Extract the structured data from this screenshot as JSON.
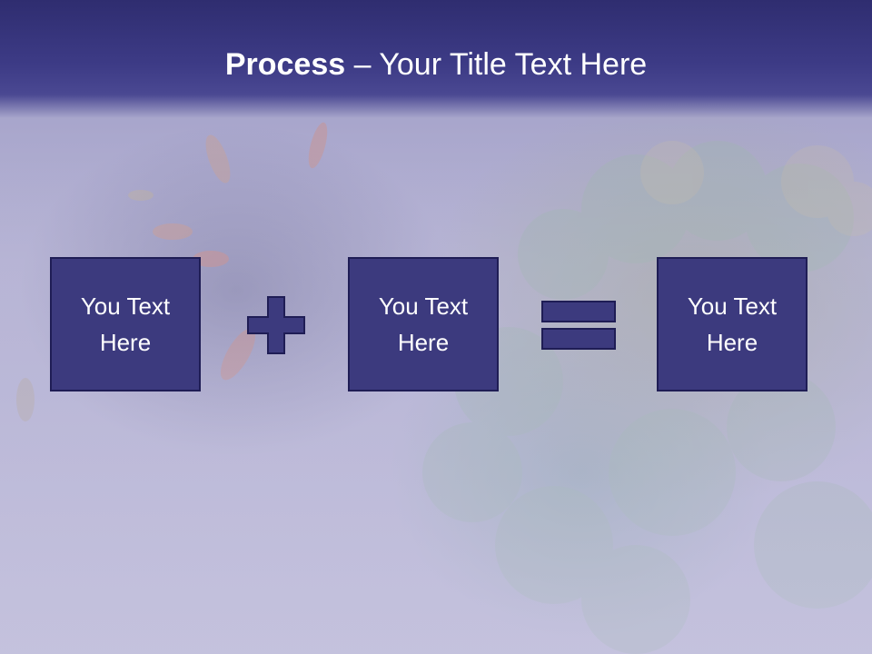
{
  "title": {
    "bold": "Process",
    "rest": " – Your Title Text Here"
  },
  "boxes": [
    {
      "text": "You Text Here"
    },
    {
      "text": "You Text Here"
    },
    {
      "text": "You Text Here"
    }
  ],
  "operators": {
    "plus": "plus-icon",
    "equals": "equals-icon"
  },
  "colors": {
    "header": "#3d3b86",
    "box_fill": "#3c3a7e",
    "box_border": "#1f1d55",
    "text": "#ffffff"
  }
}
